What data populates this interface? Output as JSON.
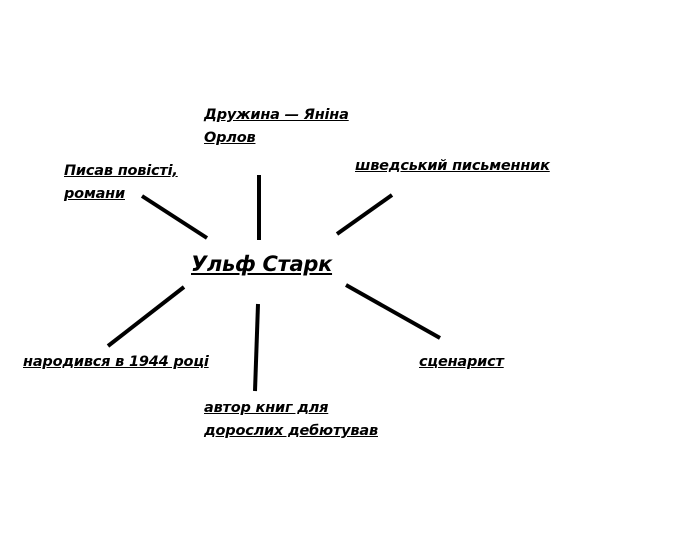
{
  "center": {
    "label": "Ульф Старк"
  },
  "nodes": {
    "wife": "Дружина — Яніна \nОрлов",
    "novels": "Писав повісті, \nромани",
    "writer": "шведський письменник",
    "born": "народився в 1944 році",
    "author": "автор книг для \nдорослих дебютував",
    "screenwriter": "сценарист"
  },
  "colors": {
    "text": "#000000",
    "lines": "#000000",
    "background": "#ffffff"
  }
}
